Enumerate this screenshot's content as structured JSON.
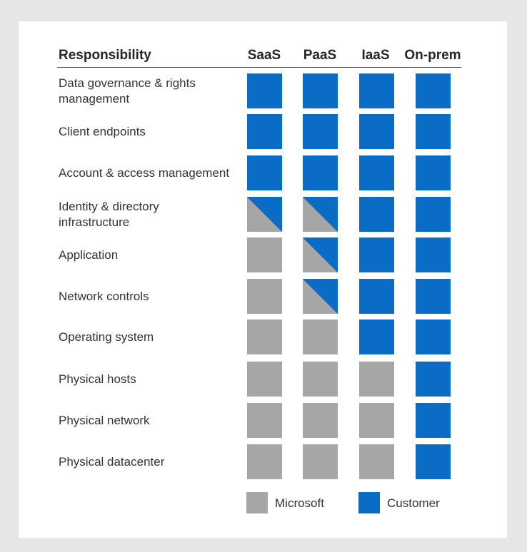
{
  "header": {
    "responsibility": "Responsibility",
    "columns": [
      "SaaS",
      "PaaS",
      "IaaS",
      "On-prem"
    ]
  },
  "colors": {
    "microsoft": "#a6a6a6",
    "customer": "#0a6cc5"
  },
  "rows": [
    {
      "label": "Data governance & rights management",
      "cells": [
        "customer",
        "customer",
        "customer",
        "customer"
      ]
    },
    {
      "label": "Client endpoints",
      "cells": [
        "customer",
        "customer",
        "customer",
        "customer"
      ]
    },
    {
      "label": "Account & access management",
      "cells": [
        "customer",
        "customer",
        "customer",
        "customer"
      ]
    },
    {
      "label": "Identity & directory infrastructure",
      "cells": [
        "shared",
        "shared",
        "customer",
        "customer"
      ]
    },
    {
      "label": "Application",
      "cells": [
        "microsoft",
        "shared",
        "customer",
        "customer"
      ]
    },
    {
      "label": "Network controls",
      "cells": [
        "microsoft",
        "shared",
        "customer",
        "customer"
      ]
    },
    {
      "label": "Operating system",
      "cells": [
        "microsoft",
        "microsoft",
        "customer",
        "customer"
      ]
    },
    {
      "label": "Physical hosts",
      "cells": [
        "microsoft",
        "microsoft",
        "microsoft",
        "customer"
      ]
    },
    {
      "label": "Physical network",
      "cells": [
        "microsoft",
        "microsoft",
        "microsoft",
        "customer"
      ]
    },
    {
      "label": "Physical datacenter",
      "cells": [
        "microsoft",
        "microsoft",
        "microsoft",
        "customer"
      ]
    }
  ],
  "legend": {
    "microsoft": "Microsoft",
    "customer": "Customer"
  }
}
